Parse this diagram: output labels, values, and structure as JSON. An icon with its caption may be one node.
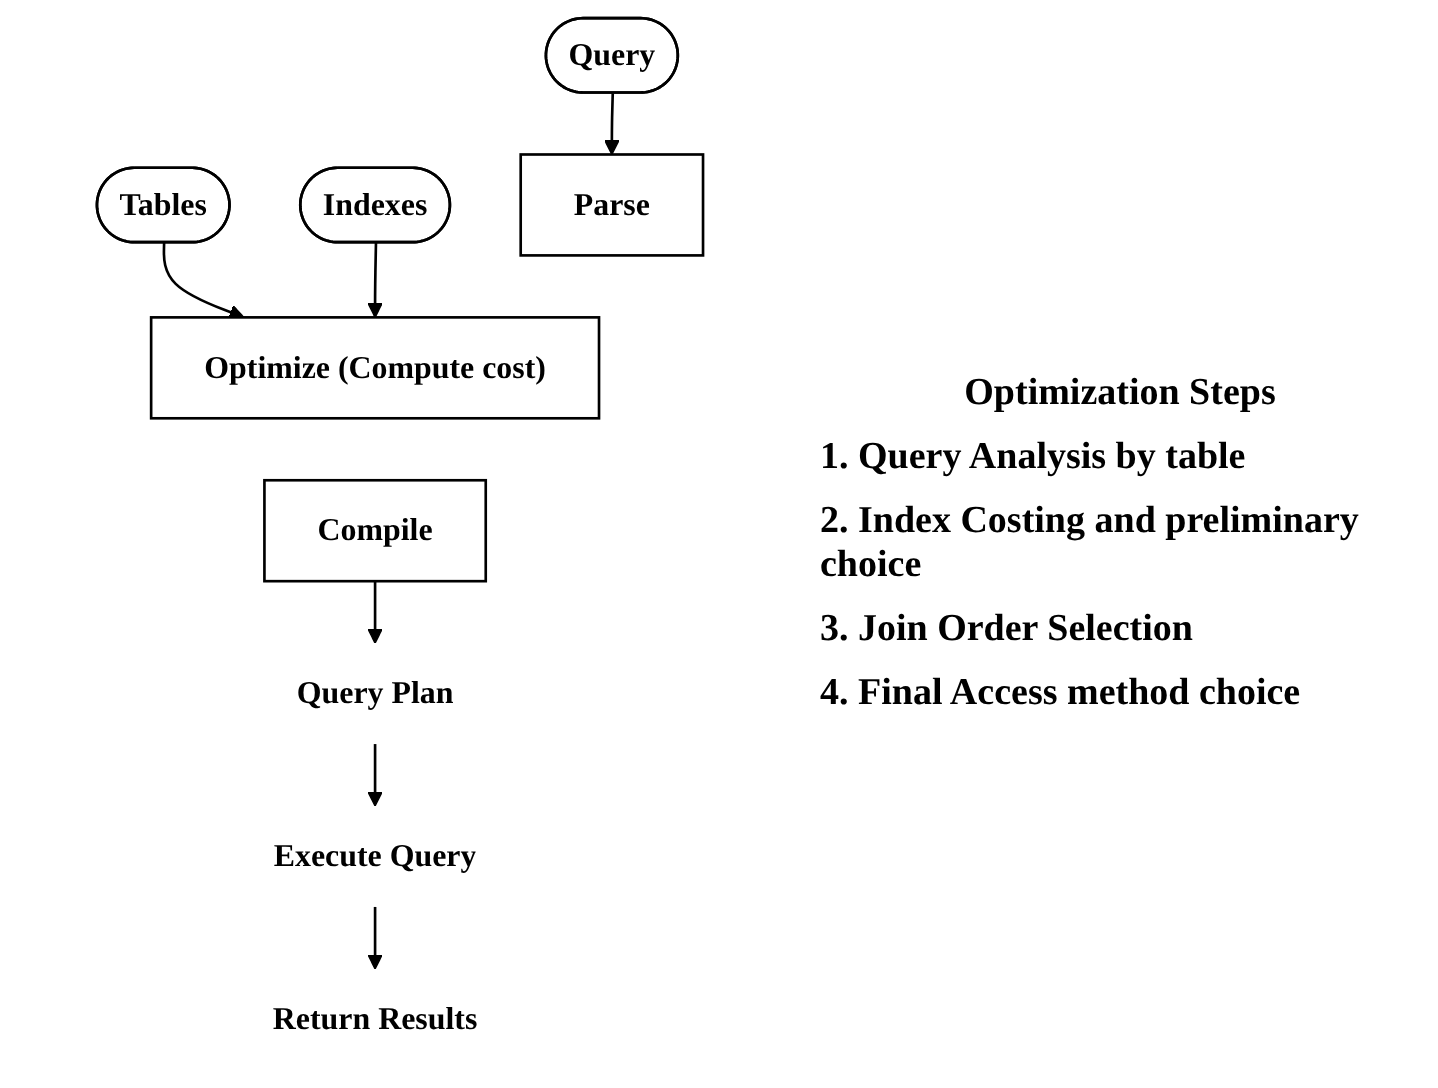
{
  "diagram": {
    "nodes": [
      {
        "text": [
          "Query"
        ]
      },
      {
        "text": [
          "Parse"
        ]
      },
      {
        "text": [
          "Optimize (Compute cost)"
        ]
      },
      {
        "text": [
          "Compile"
        ]
      },
      {
        "text": [
          "Tables"
        ]
      },
      {
        "text": [
          "Indexes"
        ]
      },
      {
        "text": [
          "Query Plan"
        ]
      },
      {
        "text": [
          "Execute Query"
        ]
      },
      {
        "text": [
          "Return Results"
        ]
      }
    ],
    "edges": [
      {
        "from": 0,
        "to": 1,
        "arrow": "to"
      },
      {
        "from": 4,
        "to": 2,
        "arrow": "to"
      },
      {
        "from": 5,
        "to": 2,
        "arrow": "to"
      },
      {
        "from": 3,
        "to": 6,
        "arrow": "to"
      },
      {
        "from": 6,
        "to": 7,
        "arrow": "to"
      },
      {
        "from": 7,
        "to": 8,
        "arrow": "to"
      }
    ],
    "labels": [
      "Optimization Steps",
      "1. Query Analysis by table",
      "2. Index Costing and preliminary choice",
      "3. Join Order Selection",
      "4. Final Access method choice"
    ]
  }
}
